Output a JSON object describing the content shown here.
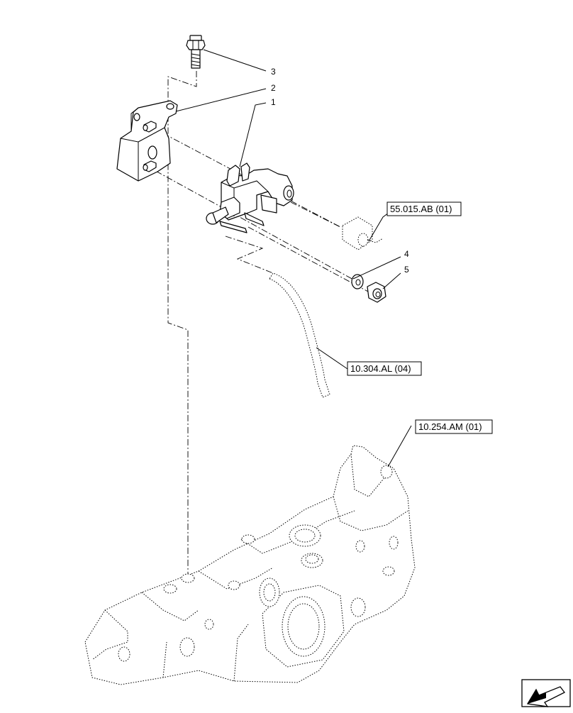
{
  "callouts": [
    {
      "id": "3",
      "label": "3"
    },
    {
      "id": "2",
      "label": "2"
    },
    {
      "id": "1",
      "label": "1"
    },
    {
      "id": "4",
      "label": "4"
    },
    {
      "id": "5",
      "label": "5"
    }
  ],
  "references": [
    {
      "id": "ref-55015",
      "label": "55.015.AB (01)"
    },
    {
      "id": "ref-10304",
      "label": "10.304.AL (04)"
    },
    {
      "id": "ref-10254",
      "label": "10.254.AM (01)"
    }
  ],
  "icons": {
    "orientation": "orientation-arrow-icon"
  }
}
